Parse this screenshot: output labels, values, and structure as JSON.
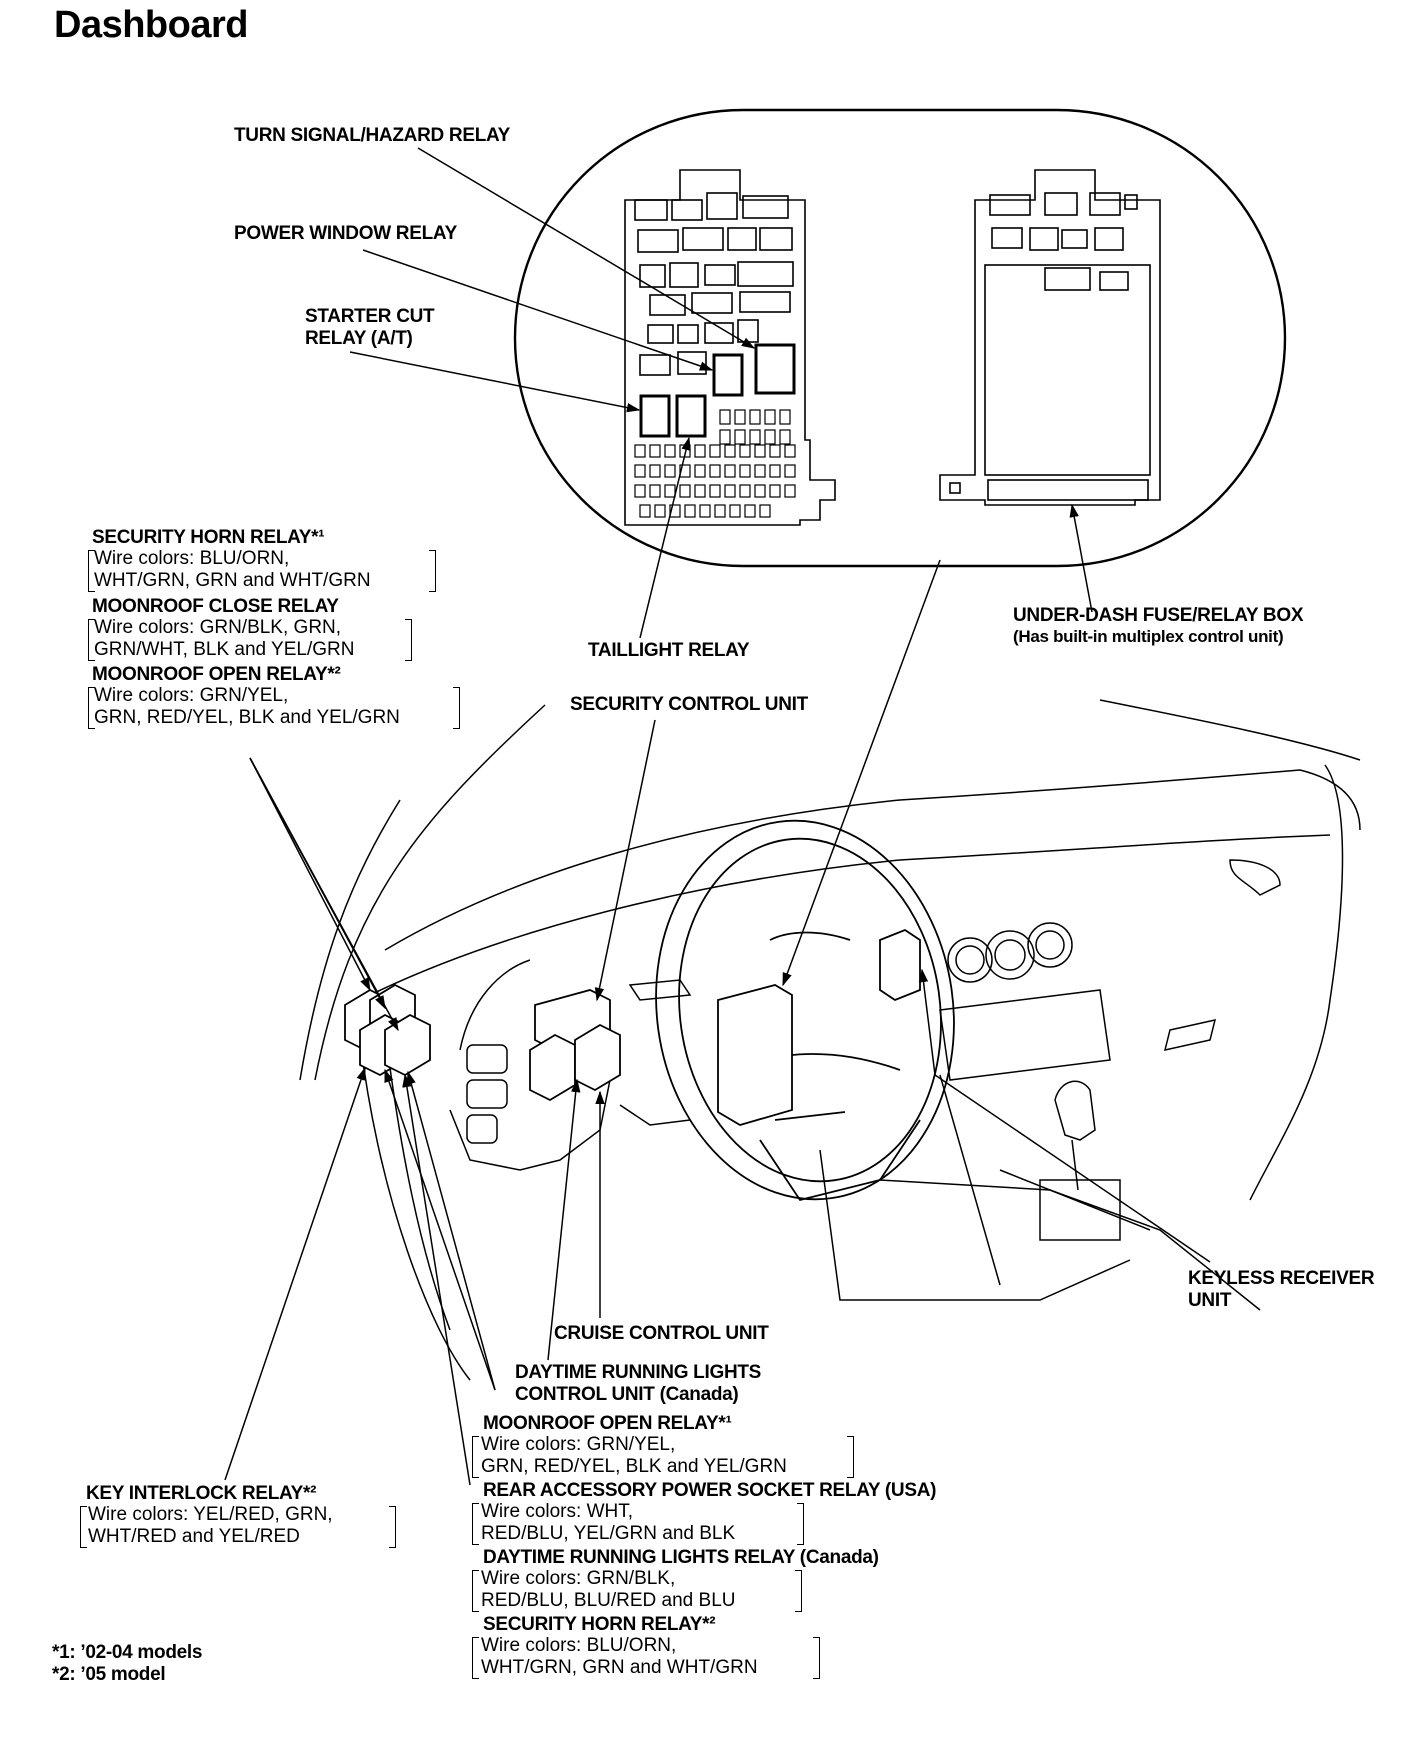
{
  "title": "Dashboard",
  "labels": {
    "turn_signal": "TURN SIGNAL/HAZARD RELAY",
    "power_window": "POWER WINDOW RELAY",
    "starter_cut_1": "STARTER CUT",
    "starter_cut_2": "RELAY (A/T)",
    "security_horn_1": "SECURITY HORN RELAY*¹",
    "security_horn_1_wire_a": "Wire colors: BLU/ORN,",
    "security_horn_1_wire_b": "WHT/GRN, GRN and WHT/GRN",
    "moonroof_close": "MOONROOF CLOSE RELAY",
    "moonroof_close_wire_a": "Wire colors: GRN/BLK, GRN,",
    "moonroof_close_wire_b": "GRN/WHT, BLK and YEL/GRN",
    "moonroof_open_2": "MOONROOF OPEN RELAY*²",
    "moonroof_open_2_wire_a": "Wire colors: GRN/YEL,",
    "moonroof_open_2_wire_b": "GRN, RED/YEL, BLK and YEL/GRN",
    "taillight": "TAILLIGHT RELAY",
    "security_control": "SECURITY CONTROL UNIT",
    "under_dash_1": "UNDER-DASH FUSE/RELAY BOX",
    "under_dash_2": "(Has built-in multiplex control unit)",
    "keyless_1": "KEYLESS RECEIVER",
    "keyless_2": "UNIT",
    "cruise": "CRUISE CONTROL UNIT",
    "drl_control_1": "DAYTIME RUNNING LIGHTS",
    "drl_control_2": "CONTROL UNIT (Canada)",
    "moonroof_open_1": "MOONROOF OPEN RELAY*¹",
    "moonroof_open_1_wire_a": "Wire colors: GRN/YEL,",
    "moonroof_open_1_wire_b": "GRN, RED/YEL, BLK and YEL/GRN",
    "key_interlock": "KEY INTERLOCK RELAY*²",
    "key_interlock_wire_a": "Wire colors: YEL/RED, GRN,",
    "key_interlock_wire_b": "WHT/RED and YEL/RED",
    "rear_accessory": "REAR ACCESSORY POWER SOCKET RELAY (USA)",
    "rear_accessory_wire_a": "Wire colors: WHT,",
    "rear_accessory_wire_b": "RED/BLU, YEL/GRN and BLK",
    "drl_relay": "DAYTIME RUNNING LIGHTS RELAY (Canada)",
    "drl_relay_wire_a": "Wire colors: GRN/BLK,",
    "drl_relay_wire_b": "RED/BLU, BLU/RED and BLU",
    "security_horn_2": "SECURITY HORN RELAY*²",
    "security_horn_2_wire_a": "Wire colors: BLU/ORN,",
    "security_horn_2_wire_b": "WHT/GRN, GRN and WHT/GRN"
  },
  "footnotes": {
    "note1": "*1: ’02-04 models",
    "note2": "*2: ’05 model"
  }
}
